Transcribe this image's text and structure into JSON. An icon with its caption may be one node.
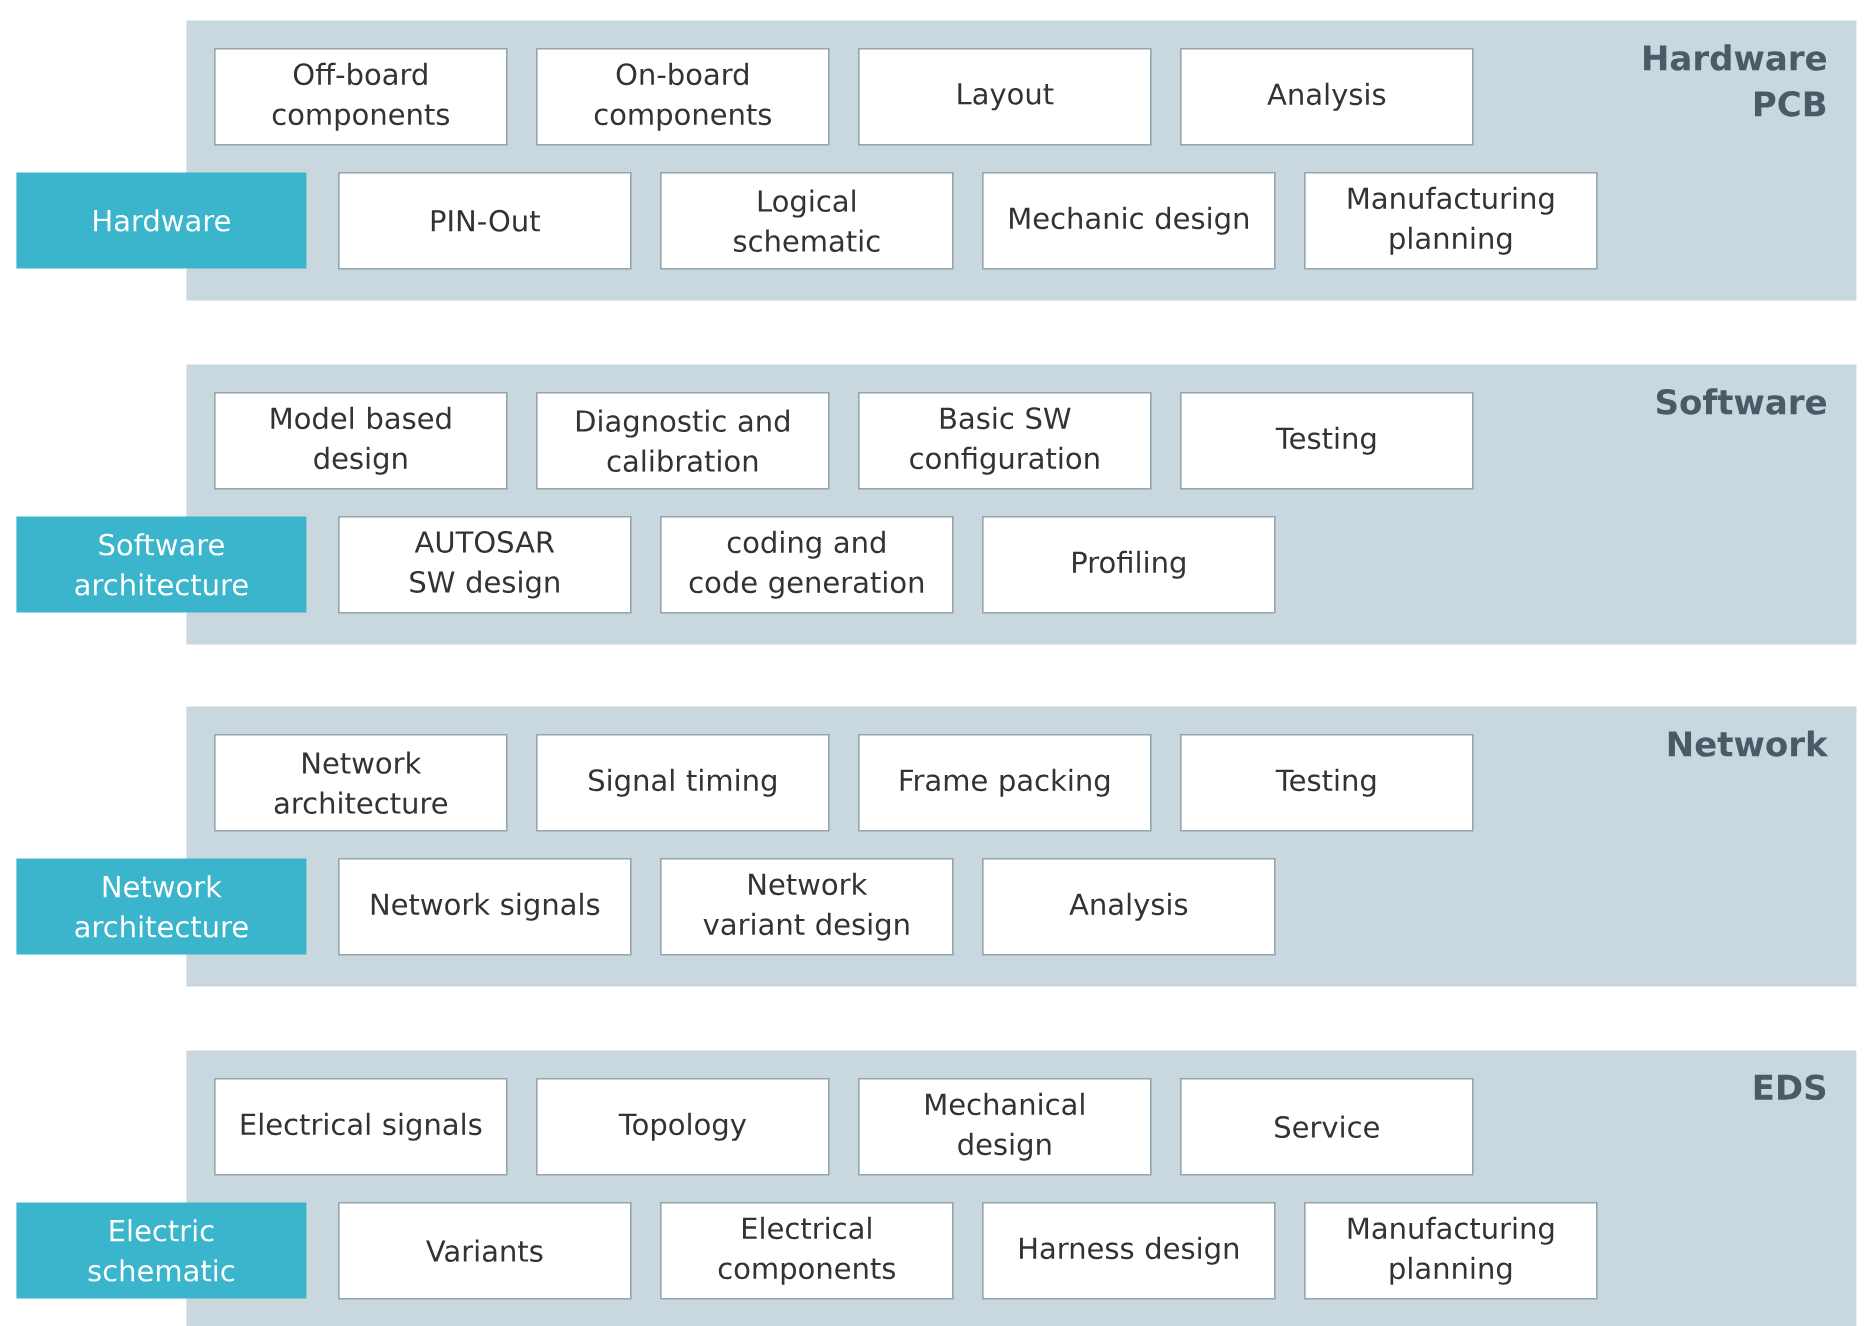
{
  "diagram": {
    "nodes": [
      {
        "text": [
          "Hardware PCB"
        ]
      },
      {
        "text": [
          "Off-board components"
        ],
        "in": 0
      },
      {
        "text": [
          "On-board components"
        ],
        "in": 0
      },
      {
        "text": [
          "Layout"
        ],
        "in": 0
      },
      {
        "text": [
          "Analysis"
        ],
        "in": 0
      },
      {
        "text": [
          "Hardware"
        ]
      },
      {
        "text": [
          "PIN-Out"
        ],
        "in": 0
      },
      {
        "text": [
          "Logical schematic"
        ],
        "in": 0
      },
      {
        "text": [
          "Mechanic design"
        ],
        "in": 0
      },
      {
        "text": [
          "Manufacturing planning"
        ],
        "in": 0
      },
      {
        "text": [
          "Software"
        ]
      },
      {
        "text": [
          "Model based design"
        ],
        "in": 10
      },
      {
        "text": [
          "Diagnostic and calibration"
        ],
        "in": 10
      },
      {
        "text": [
          "Basic SW configuration"
        ],
        "in": 10
      },
      {
        "text": [
          "Testing"
        ],
        "in": 10
      },
      {
        "text": [
          "Software architecture"
        ]
      },
      {
        "text": [
          "AUTOSAR SW design"
        ],
        "in": 10
      },
      {
        "text": [
          "coding and code generation"
        ],
        "in": 10
      },
      {
        "text": [
          "Profiling"
        ],
        "in": 10
      },
      {
        "text": [
          "Network"
        ]
      },
      {
        "text": [
          "Network architecture"
        ],
        "in": 19
      },
      {
        "text": [
          "Signal timing"
        ],
        "in": 19
      },
      {
        "text": [
          "Frame packing"
        ],
        "in": 19
      },
      {
        "text": [
          "Testing"
        ],
        "in": 19
      },
      {
        "text": [
          "Network architecture"
        ]
      },
      {
        "text": [
          "Network signals"
        ],
        "in": 19
      },
      {
        "text": [
          "Network variant design"
        ],
        "in": 19
      },
      {
        "text": [
          "Analysis"
        ],
        "in": 19
      },
      {
        "text": [
          "EDS"
        ]
      },
      {
        "text": [
          "Electrical signals"
        ],
        "in": 28
      },
      {
        "text": [
          "Topology"
        ],
        "in": 28
      },
      {
        "text": [
          "Mechanical design"
        ],
        "in": 28
      },
      {
        "text": [
          "Service"
        ],
        "in": 28
      },
      {
        "text": [
          "Electric schematic"
        ]
      },
      {
        "text": [
          "Variants"
        ],
        "in": 28
      },
      {
        "text": [
          "Electrical components"
        ],
        "in": 28
      },
      {
        "text": [
          "Harness design"
        ],
        "in": 28
      },
      {
        "text": [
          "Manufacturing planning"
        ],
        "in": 28
      }
    ]
  }
}
